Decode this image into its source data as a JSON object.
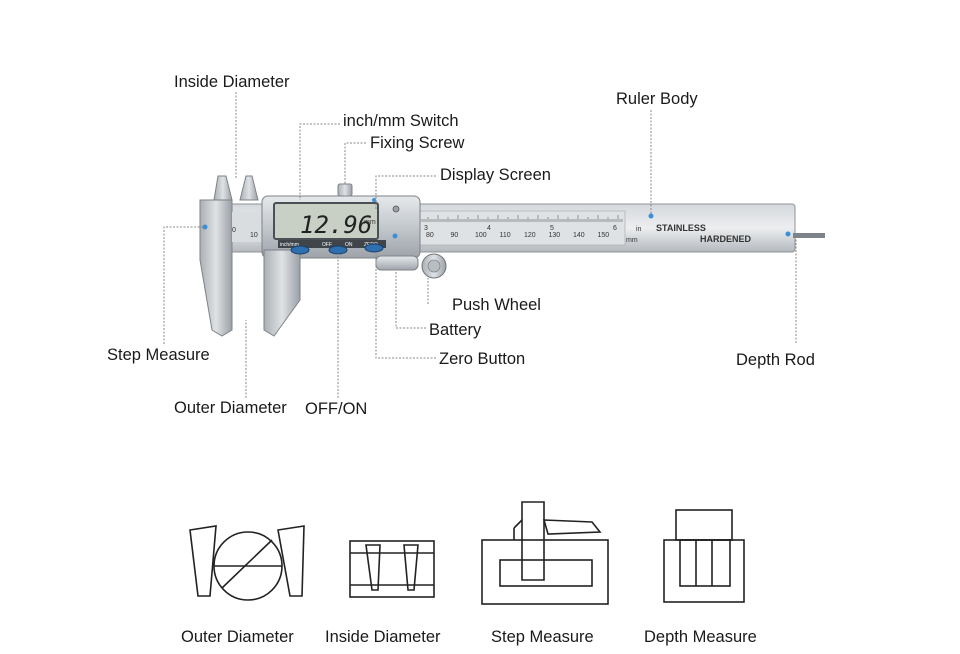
{
  "parts": {
    "inside_diameter": "Inside Diameter",
    "inch_mm_switch": "inch/mm Switch",
    "fixing_screw": "Fixing Screw",
    "display_screen": "Display Screen",
    "ruler_body": "Ruler Body",
    "step_measure": "Step Measure",
    "push_wheel": "Push Wheel",
    "battery": "Battery",
    "zero_button": "Zero Button",
    "depth_rod": "Depth Rod",
    "outer_diameter": "Outer Diameter",
    "off_on": "OFF/ON"
  },
  "caliper": {
    "display_value": "12.96",
    "display_unit": "mm",
    "stamp_line1": "STAINLESS",
    "stamp_line2": "HARDENED",
    "unit_in": "in",
    "unit_mm": "mm",
    "button_labels": [
      "inch/mm",
      "OFF",
      "ON",
      "ZERO"
    ],
    "inch_ticks": [
      "3",
      "4",
      "5",
      "6"
    ],
    "mm_ticks": [
      "80",
      "90",
      "100",
      "110",
      "120",
      "130",
      "140",
      "150"
    ],
    "jaw_ticks": [
      "0",
      "10"
    ]
  },
  "modes": {
    "outer_diameter": "Outer Diameter",
    "inside_diameter": "Inside Diameter",
    "step_measure": "Step Measure",
    "depth_measure": "Depth Measure"
  },
  "colors": {
    "accent": "#3b8fd9",
    "metal": "#c9cdd2",
    "metal_dark": "#8d9399",
    "lcd": "#c8cfc4"
  }
}
